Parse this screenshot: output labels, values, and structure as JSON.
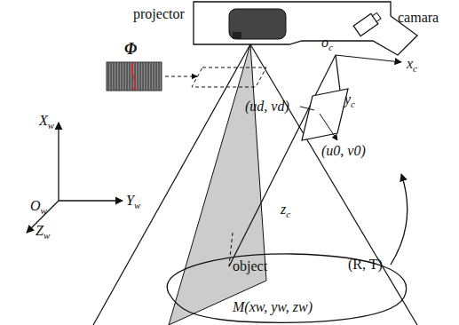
{
  "diagram": {
    "labels": [
      "projector",
      "camara",
      "Φ",
      "(ud, vd)",
      "oc",
      "xc",
      "yc",
      "(u0, v0)",
      "zc",
      "Xw",
      "Yw",
      "Zw",
      "Ow",
      "object",
      "M(xw, yw, zw)",
      "(R, T)"
    ]
  }
}
